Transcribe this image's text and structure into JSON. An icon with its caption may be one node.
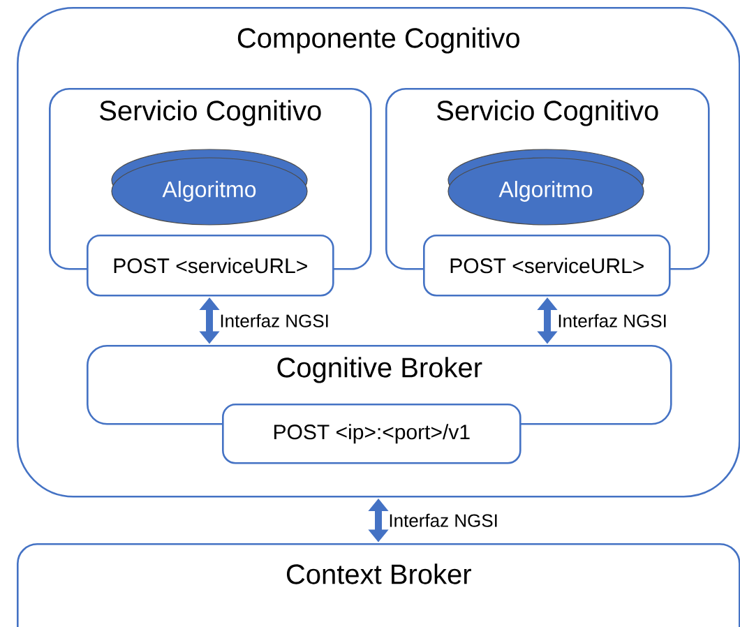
{
  "diagram": {
    "nodes": [
      {
        "text": [
          "Componente Cognitivo"
        ]
      },
      {
        "text": [
          "Servicio Cognitivo"
        ],
        "in": 0
      },
      {
        "text": [
          "Algoritmo"
        ],
        "in": 1
      },
      {
        "text": [
          "POST <serviceURL>"
        ],
        "in": 0
      },
      {
        "text": [
          "Servicio Cognitivo"
        ],
        "in": 0
      },
      {
        "text": [
          "Algoritmo"
        ],
        "in": 4
      },
      {
        "text": [
          "POST <serviceURL>"
        ],
        "in": 0
      },
      {
        "text": [
          "Cognitive Broker"
        ],
        "in": 0
      },
      {
        "text": [
          "POST <ip>:<port>/v1"
        ],
        "in": 0
      },
      {
        "text": [
          "Context Broker"
        ]
      }
    ],
    "edges": [
      {
        "from": 3,
        "to": 7,
        "arrow": "both",
        "label": "Interfaz NGSI"
      },
      {
        "from": 6,
        "to": 7,
        "arrow": "both",
        "label": "Interfaz NGSI"
      },
      {
        "from": 0,
        "to": 9,
        "arrow": "both",
        "label": "Interfaz NGSI"
      }
    ]
  }
}
